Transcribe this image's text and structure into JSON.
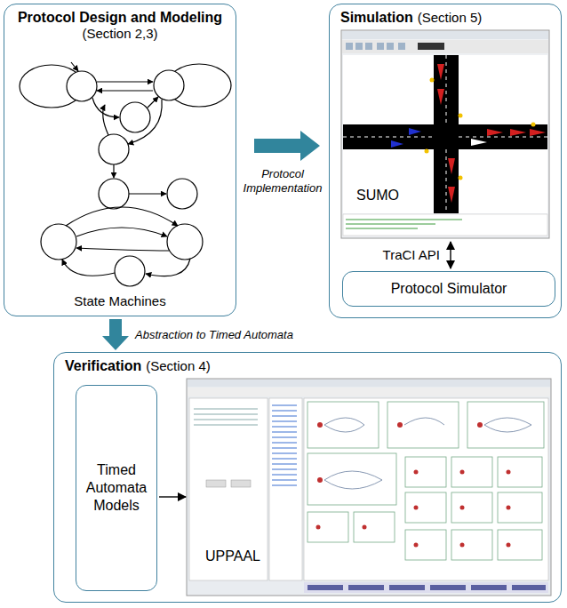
{
  "diagram": {
    "nodes": [
      {
        "text": [
          "Protocol Design and Modeling",
          "(Section 2,3)",
          "State Machines"
        ]
      },
      {
        "text": [
          "Simulation",
          "(Section 5)"
        ]
      },
      {
        "text": [
          "SUMO"
        ],
        "in": 1
      },
      {
        "text": [
          "Protocol Simulator"
        ],
        "in": 1
      },
      {
        "text": [
          "Verification",
          "(Section 4)"
        ]
      },
      {
        "text": [
          "Timed Automata Models"
        ],
        "in": 4
      },
      {
        "text": [
          "UPPAAL"
        ],
        "in": 4
      }
    ],
    "edges": [
      {
        "from": 0,
        "to": 1,
        "label": "Protocol Implementation",
        "arrow": "to"
      },
      {
        "from": 0,
        "to": 4,
        "label": "Abstraction to Timed Automata",
        "arrow": "to"
      },
      {
        "from": 2,
        "to": 3,
        "label": "TraCI API",
        "arrow": "both"
      },
      {
        "from": 5,
        "to": 6,
        "arrow": "to"
      }
    ]
  }
}
